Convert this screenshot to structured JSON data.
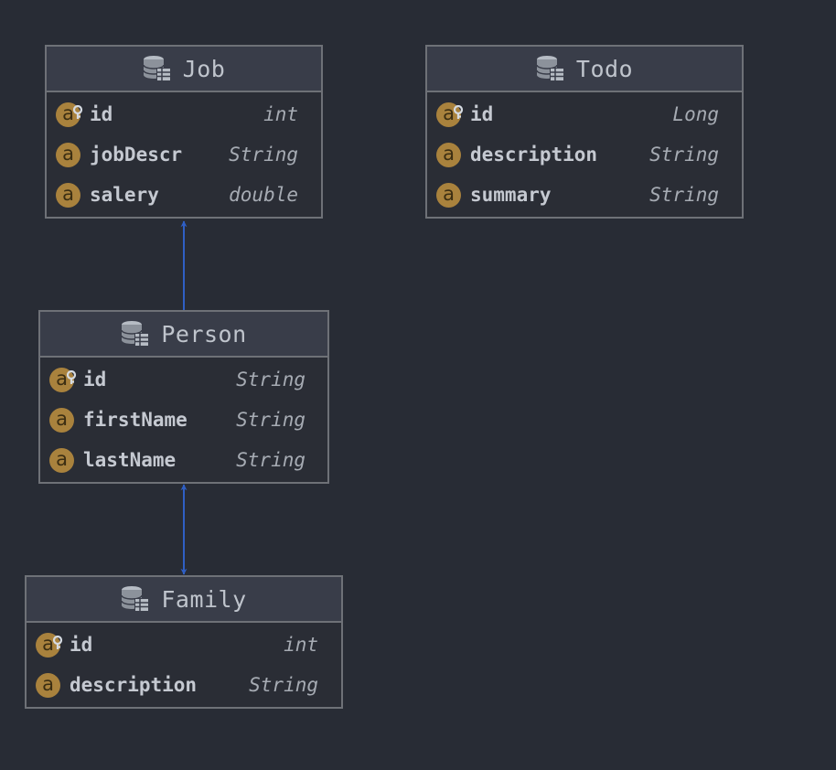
{
  "colors": {
    "background": "#282c35",
    "header": "#393d49",
    "border": "#6e7177",
    "attribute_icon": "#a9823d",
    "connector": "#2f5fc4"
  },
  "icons": {
    "entity": "database-table-icon",
    "attribute": "attribute-a-icon",
    "primary_key": "key-icon"
  },
  "entities": [
    {
      "id": "job",
      "title": "Job",
      "attributes": [
        {
          "name": "id",
          "type": "int",
          "primary_key": true
        },
        {
          "name": "jobDescr",
          "type": "String",
          "primary_key": false
        },
        {
          "name": "salery",
          "type": "double",
          "primary_key": false
        }
      ]
    },
    {
      "id": "todo",
      "title": "Todo",
      "attributes": [
        {
          "name": "id",
          "type": "Long",
          "primary_key": true
        },
        {
          "name": "description",
          "type": "String",
          "primary_key": false
        },
        {
          "name": "summary",
          "type": "String",
          "primary_key": false
        }
      ]
    },
    {
      "id": "person",
      "title": "Person",
      "attributes": [
        {
          "name": "id",
          "type": "String",
          "primary_key": true
        },
        {
          "name": "firstName",
          "type": "String",
          "primary_key": false
        },
        {
          "name": "lastName",
          "type": "String",
          "primary_key": false
        }
      ]
    },
    {
      "id": "family",
      "title": "Family",
      "attributes": [
        {
          "name": "id",
          "type": "int",
          "primary_key": true
        },
        {
          "name": "description",
          "type": "String",
          "primary_key": false
        }
      ]
    }
  ],
  "relations": [
    {
      "from": "person",
      "to": "job",
      "direction": "to"
    },
    {
      "from": "person",
      "to": "family",
      "direction": "both"
    }
  ]
}
